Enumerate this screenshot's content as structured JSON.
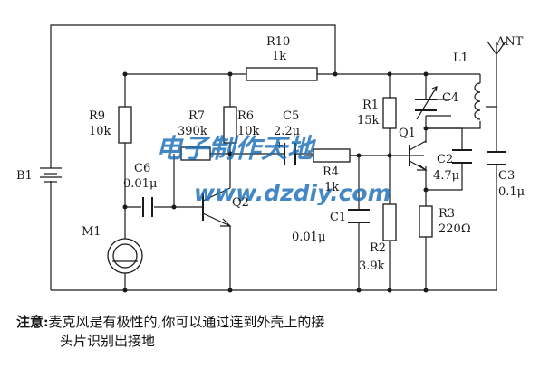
{
  "components": {
    "battery": {
      "ref": "B1"
    },
    "r10": {
      "ref": "R10",
      "value": "1k"
    },
    "r9": {
      "ref": "R9",
      "value": "10k"
    },
    "r7": {
      "ref": "R7",
      "value": "390k"
    },
    "r6": {
      "ref": "R6",
      "value": "10k"
    },
    "c5": {
      "ref": "C5",
      "value": "2.2μ"
    },
    "c6": {
      "ref": "C6",
      "value": "0.01μ"
    },
    "r4": {
      "ref": "R4",
      "value": "1k"
    },
    "q2": {
      "ref": "Q2"
    },
    "m1": {
      "ref": "M1"
    },
    "c1": {
      "ref": "C1",
      "value": "0.01μ"
    },
    "r2": {
      "ref": "R2",
      "value": "3.9k"
    },
    "r1": {
      "ref": "R1",
      "value": "15k"
    },
    "q1": {
      "ref": "Q1"
    },
    "c2": {
      "ref": "C2",
      "value": "4.7μ"
    },
    "c4": {
      "ref": "C4"
    },
    "l1": {
      "ref": "L1"
    },
    "ant": {
      "ref": "ANT"
    },
    "r3": {
      "ref": "R3",
      "value": "220Ω"
    },
    "c3": {
      "ref": "C3",
      "value": "0.1μ"
    }
  },
  "watermark": {
    "line1": "电子制作天地",
    "line2": "www.dzdiy.com"
  },
  "note": {
    "heading": "注意:",
    "line1": "麦克风是有极性的,你可以通过连到外壳上的接",
    "line2": "头片识别出接地"
  }
}
